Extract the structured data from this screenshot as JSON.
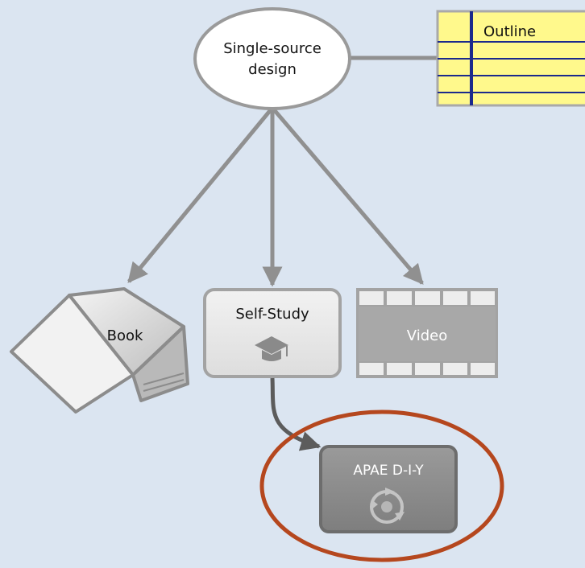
{
  "diagram": {
    "source": {
      "label_line1": "Single-source",
      "label_line2": "design"
    },
    "outline": {
      "label": "Outline"
    },
    "outputs": {
      "book": {
        "label": "Book"
      },
      "self_study": {
        "label": "Self-Study",
        "icon": "graduation-cap-icon"
      },
      "video": {
        "label": "Video"
      }
    },
    "derived": {
      "label": "APAE D-I-Y",
      "icon": "cycle-arrows-icon",
      "highlight_color": "#b5471e"
    }
  },
  "colors": {
    "background": "#dbe5f1",
    "arrow": "#909090",
    "outline_fill": "#fff98c",
    "outline_border": "#1b2a8c"
  }
}
